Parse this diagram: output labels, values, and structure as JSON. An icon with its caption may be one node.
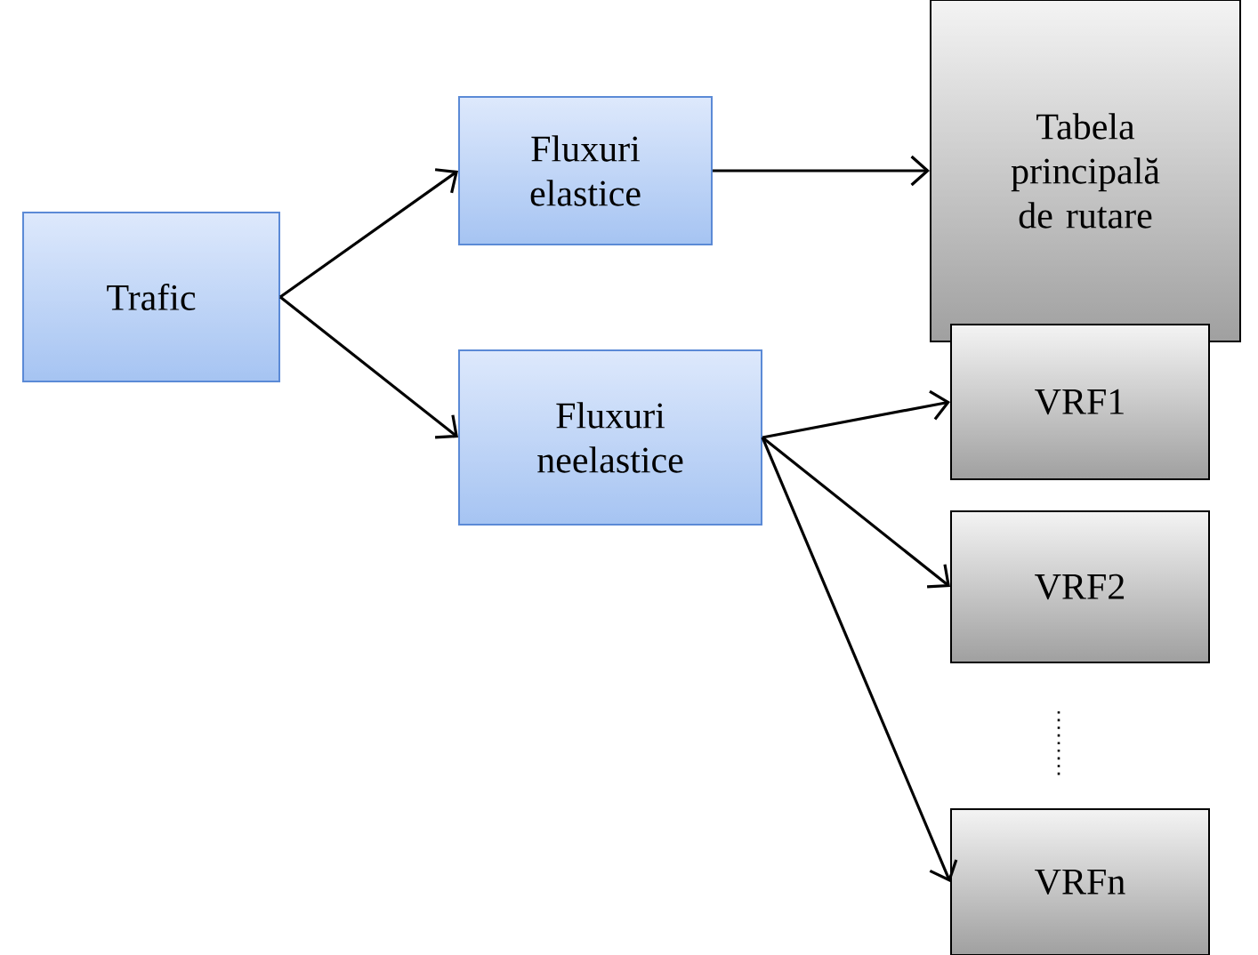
{
  "diagram": {
    "nodes": [
      {
        "text": [
          "Trafic"
        ]
      },
      {
        "text": [
          "Fluxuri elastice"
        ]
      },
      {
        "text": [
          "Tabela principală de rutare"
        ]
      },
      {
        "text": [
          "Fluxuri neelastice"
        ]
      },
      {
        "text": [
          "VRF1"
        ]
      },
      {
        "text": [
          "VRF2"
        ]
      },
      {
        "text": [
          "VRFn"
        ]
      }
    ],
    "edges": [
      {
        "from": 0,
        "to": 1,
        "arrow": "to"
      },
      {
        "from": 0,
        "to": 3,
        "arrow": "to"
      },
      {
        "from": 1,
        "to": 2,
        "arrow": "to"
      },
      {
        "from": 3,
        "to": 4,
        "arrow": "to"
      },
      {
        "from": 3,
        "to": 5,
        "arrow": "to"
      },
      {
        "from": 3,
        "to": 6,
        "arrow": "to"
      }
    ]
  }
}
